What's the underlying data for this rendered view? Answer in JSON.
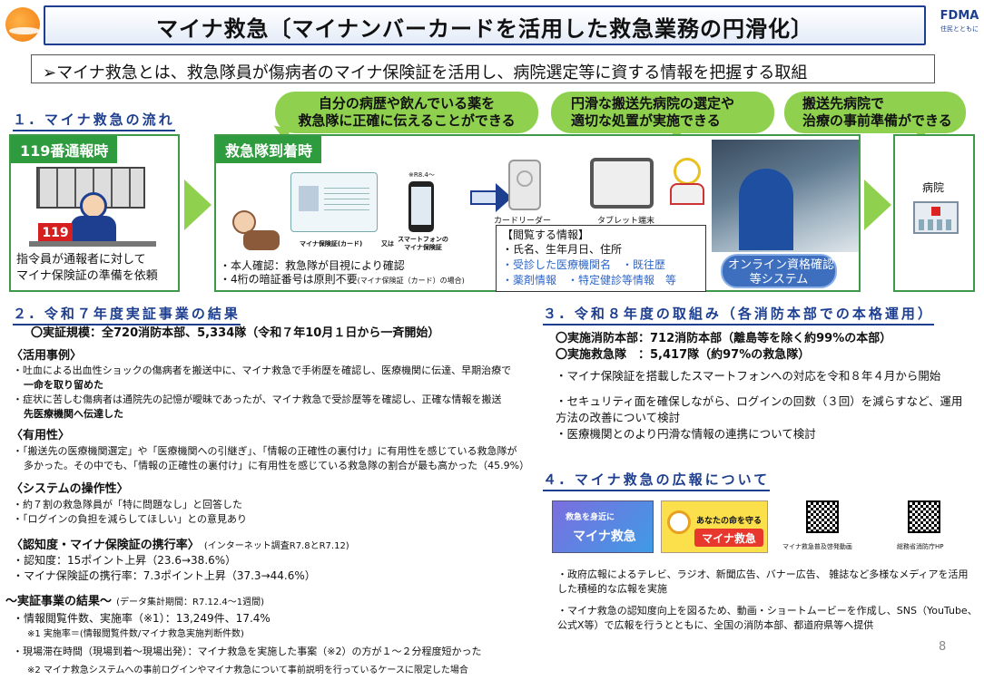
{
  "header": {
    "title": "マイナ救急〔マイナンバーカードを活用した救急業務の円滑化〕",
    "logo_text": "FDMA",
    "logo_sub": "住民とともに"
  },
  "definition": "➢マイナ救急とは、救急隊員が傷病者のマイナ保険証を活用し、病院選定等に資する情報を把握する取組",
  "section1": {
    "heading": "１. マイナ救急の流れ",
    "bubbles": [
      "自分の病歴や飲んでいる薬を\n救急隊に正確に伝えることができる",
      "円滑な搬送先病院の選定や\n適切な処置が実施できる",
      "搬送先病院で\n治療の事前準備ができる"
    ],
    "call_tag": "119番通報時",
    "call_sign": "119",
    "call_text": [
      "指令員が通報者に対して",
      "マイナ保険証の準備を依頼"
    ],
    "arrive_tag": "救急隊到着時",
    "card_note": "※R8.4～",
    "card_label": "マイナ保険証(カード)",
    "card_or": "又は",
    "phone_label": [
      "スマートフォンの",
      "マイナ保険証"
    ],
    "reader_label": "カードリーダー",
    "tablet_label": "タブレット端末",
    "confirm_lines": [
      "・本人確認：救急隊が目視により確認",
      "・4桁の暗証番号は原則不要",
      "(マイナ保険証（カード）の場合)"
    ],
    "info_title": "【閲覧する情報】",
    "info_lines": [
      "・氏名、生年月日、住所",
      "・受診した医療機関名　・既往歴",
      "・薬剤情報　・特定健診等情報　等"
    ],
    "system_label": [
      "オンライン資格確認",
      "等システム"
    ],
    "hospital_label": "病院"
  },
  "section2": {
    "heading": "２. 令和７年度実証事業の結果",
    "scale": "〇実証規模：全720消防本部、5,334隊（令和７年10月１日から一斉開始）",
    "case_head": "〈活用事例〉",
    "cases": [
      "・吐血による出血性ショックの傷病者を搬送中に、マイナ救急で手術歴を確認し、医療機関に伝達、早期治療で",
      "一命を取り留めた",
      "・症状に苦しむ傷病者は通院先の記憶が曖昧であったが、マイナ救急で受診歴等を確認し、正確な情報を搬送",
      "先医療機関へ伝達した"
    ],
    "useful_head": "〈有用性〉",
    "useful": [
      "・「搬送先の医療機関選定」や「医療機関への引継ぎ」、「情報の正確性の裏付け」に有用性を感じている救急隊が",
      "多かった。その中でも、「情報の正確性の裏付け」に有用性を感じている救急隊の割合が最も高かった（45.9%）"
    ],
    "ops_head": "〈システムの操作性〉",
    "ops": [
      "・約７割の救急隊員が「特に問題なし」と回答した",
      "・「ログインの負担を減らしてほしい」との意見あり"
    ],
    "aware_head": "〈認知度・マイナ保険証の携行率〉",
    "aware_note": "(インターネット調査R7.8とR7.12)",
    "aware": [
      "・認知度：15ポイント上昇（23.6→38.6%）",
      "・マイナ保険証の携行率：7.3ポイント上昇（37.3→44.6%）"
    ],
    "result_head": "〜実証事業の結果〜",
    "result_note": "(データ集計期間：R7.12.4〜1週間)",
    "result1": "・情報閲覧件数、実施率（※1）：13,249件、17.4%",
    "result1_note": "※1 実施率＝(情報閲覧件数/マイナ救急実施判断件数)",
    "result2": "・現場滞在時間（現場到着〜現場出発）：マイナ救急を実施した事案（※2）の方が１〜２分程度短かった",
    "result2_note": "※2 マイナ救急システムへの事前ログインやマイナ救急について事前説明を行っているケースに限定した場合"
  },
  "section3": {
    "heading": "３. 令和８年度の取組み（各消防本部での本格運用）",
    "line1": "〇実施消防本部：712消防本部（離島等を除く約99%の本部）",
    "line2": "〇実施救急隊　：5,417隊（約97%の救急隊）",
    "bullets": [
      "・マイナ保険証を搭載したスマートフォンへの対応を令和８年４月から開始",
      "・セキュリティ面を確保しながら、ログインの回数（３回）を減らすなど、運用",
      "方法の改善について検討",
      "・医療機関とのより円滑な情報の連携について検討"
    ]
  },
  "section4": {
    "heading": "４. マイナ救急の広報について",
    "banner1": "マイナ救急",
    "banner1_sub": "救急を身近に",
    "banner2_sub": "あなたの命を守る",
    "banner2": "マイナ救急",
    "qr1_label": "マイナ救急普及啓発動画",
    "qr2_label": "総務省消防庁HP",
    "bullets": [
      "・政府広報によるテレビ、ラジオ、新聞広告、バナー広告、 雑誌など多様なメディアを活用",
      "した積極的な広報を実施",
      "・マイナ救急の認知度向上を図るため、動画・ショートムービーを作成し、SNS（YouTube、",
      "公式X等）で広報を行うとともに、全国の消防本部、都道府県等へ提供"
    ]
  },
  "page_number": "8"
}
